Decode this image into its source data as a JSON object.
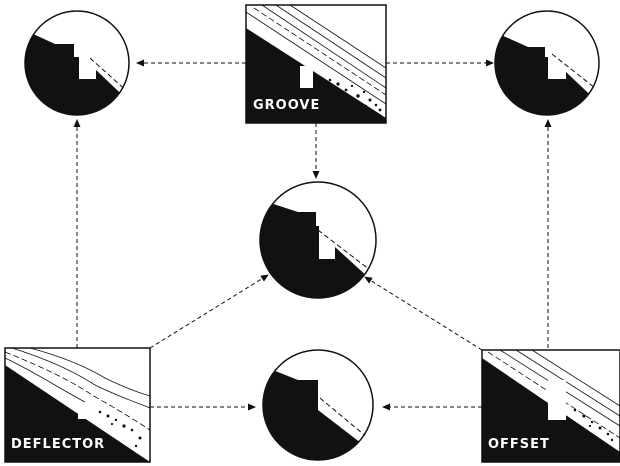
{
  "labels": {
    "groove": "GROOVE",
    "deflector": "DEFLECTOR",
    "offset": "OFFSET"
  },
  "colors": {
    "ink": "#111111",
    "paper": "#ffffff"
  }
}
